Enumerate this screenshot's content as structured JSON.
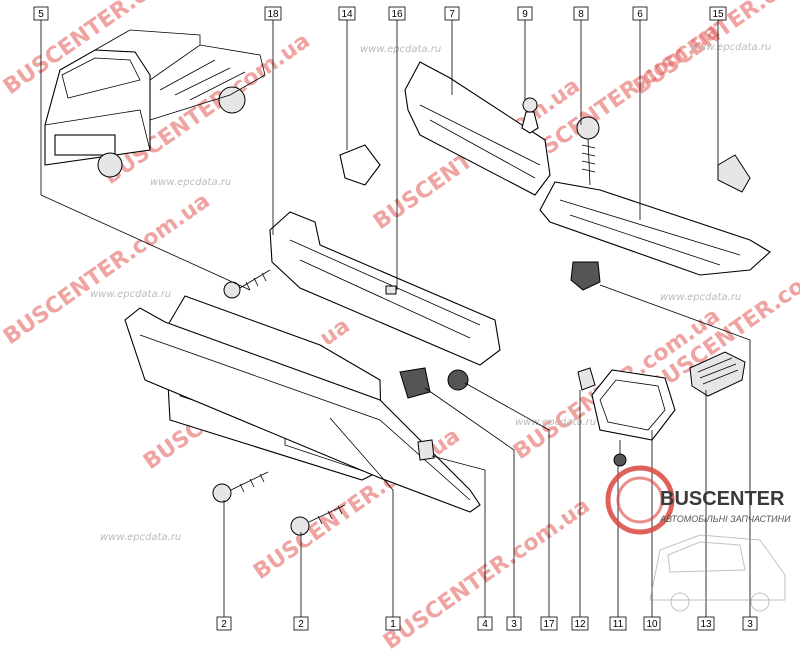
{
  "callouts": [
    {
      "id": "c5",
      "label": "5"
    },
    {
      "id": "c18",
      "label": "18"
    },
    {
      "id": "c14",
      "label": "14"
    },
    {
      "id": "c16",
      "label": "16"
    },
    {
      "id": "c7",
      "label": "7"
    },
    {
      "id": "c9",
      "label": "9"
    },
    {
      "id": "c8",
      "label": "8"
    },
    {
      "id": "c6",
      "label": "6"
    },
    {
      "id": "c15",
      "label": "15"
    },
    {
      "id": "c2a",
      "label": "2"
    },
    {
      "id": "c2b",
      "label": "2"
    },
    {
      "id": "c1",
      "label": "1"
    },
    {
      "id": "c4",
      "label": "4"
    },
    {
      "id": "c3a",
      "label": "3"
    },
    {
      "id": "c17",
      "label": "17"
    },
    {
      "id": "c12",
      "label": "12"
    },
    {
      "id": "c11",
      "label": "11"
    },
    {
      "id": "c10",
      "label": "10"
    },
    {
      "id": "c13",
      "label": "13"
    },
    {
      "id": "c3b",
      "label": "3"
    }
  ],
  "watermarks": {
    "buscenter_ua": "BUSCENTER.com.ua",
    "epcdata": "www.epcdata.ru",
    "logo_name": "BUSCENTER",
    "logo_tagline": "АВТОМОБІЛЬНІ ЗАПЧАСТИНИ"
  },
  "colors": {
    "watermark_red": "#e25b57",
    "logo_red": "#d9453d",
    "line": "#000000"
  }
}
